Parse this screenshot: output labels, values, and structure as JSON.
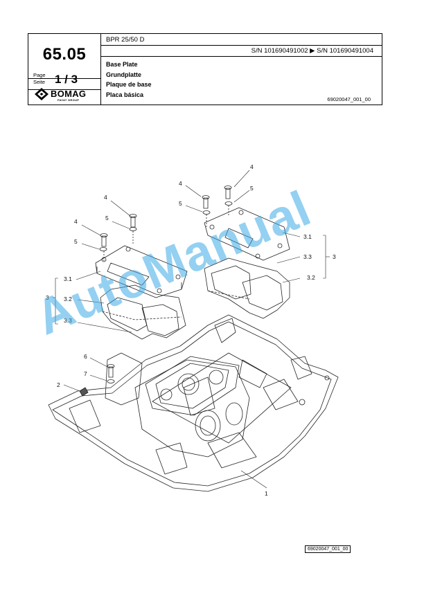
{
  "header": {
    "model": "BPR 25/50 D",
    "serial_range": "S/N 101690491002  ▶  S/N 101690491004",
    "page_number": "65.05",
    "page_label": "Page",
    "seite_label": "Seite",
    "page_fraction": "1 / 3",
    "logo_text": "BOMAG",
    "logo_subtext": "FAYAT GROUP",
    "titles": [
      "Base Plate",
      "Grundplatte",
      "Plaque de base",
      "Placa básica"
    ],
    "drawing_code": "69020047_001_00"
  },
  "callouts": {
    "n1": "1",
    "n2": "2",
    "n3a": "3",
    "n3b": "3",
    "n31a": "3.1",
    "n31b": "3.1",
    "n32a": "3.2",
    "n32b": "3.2",
    "n33a": "3.3",
    "n33b": "3.3",
    "n4a": "4",
    "n4b": "4",
    "n4c": "4",
    "n5a": "5",
    "n5b": "5",
    "n5c": "5",
    "n5d": "5",
    "n6": "6",
    "n7": "7"
  },
  "footer": {
    "drawing_code": "69020047_001_00"
  },
  "watermark": {
    "text": "AutoManual",
    "color": "#3caae6"
  }
}
